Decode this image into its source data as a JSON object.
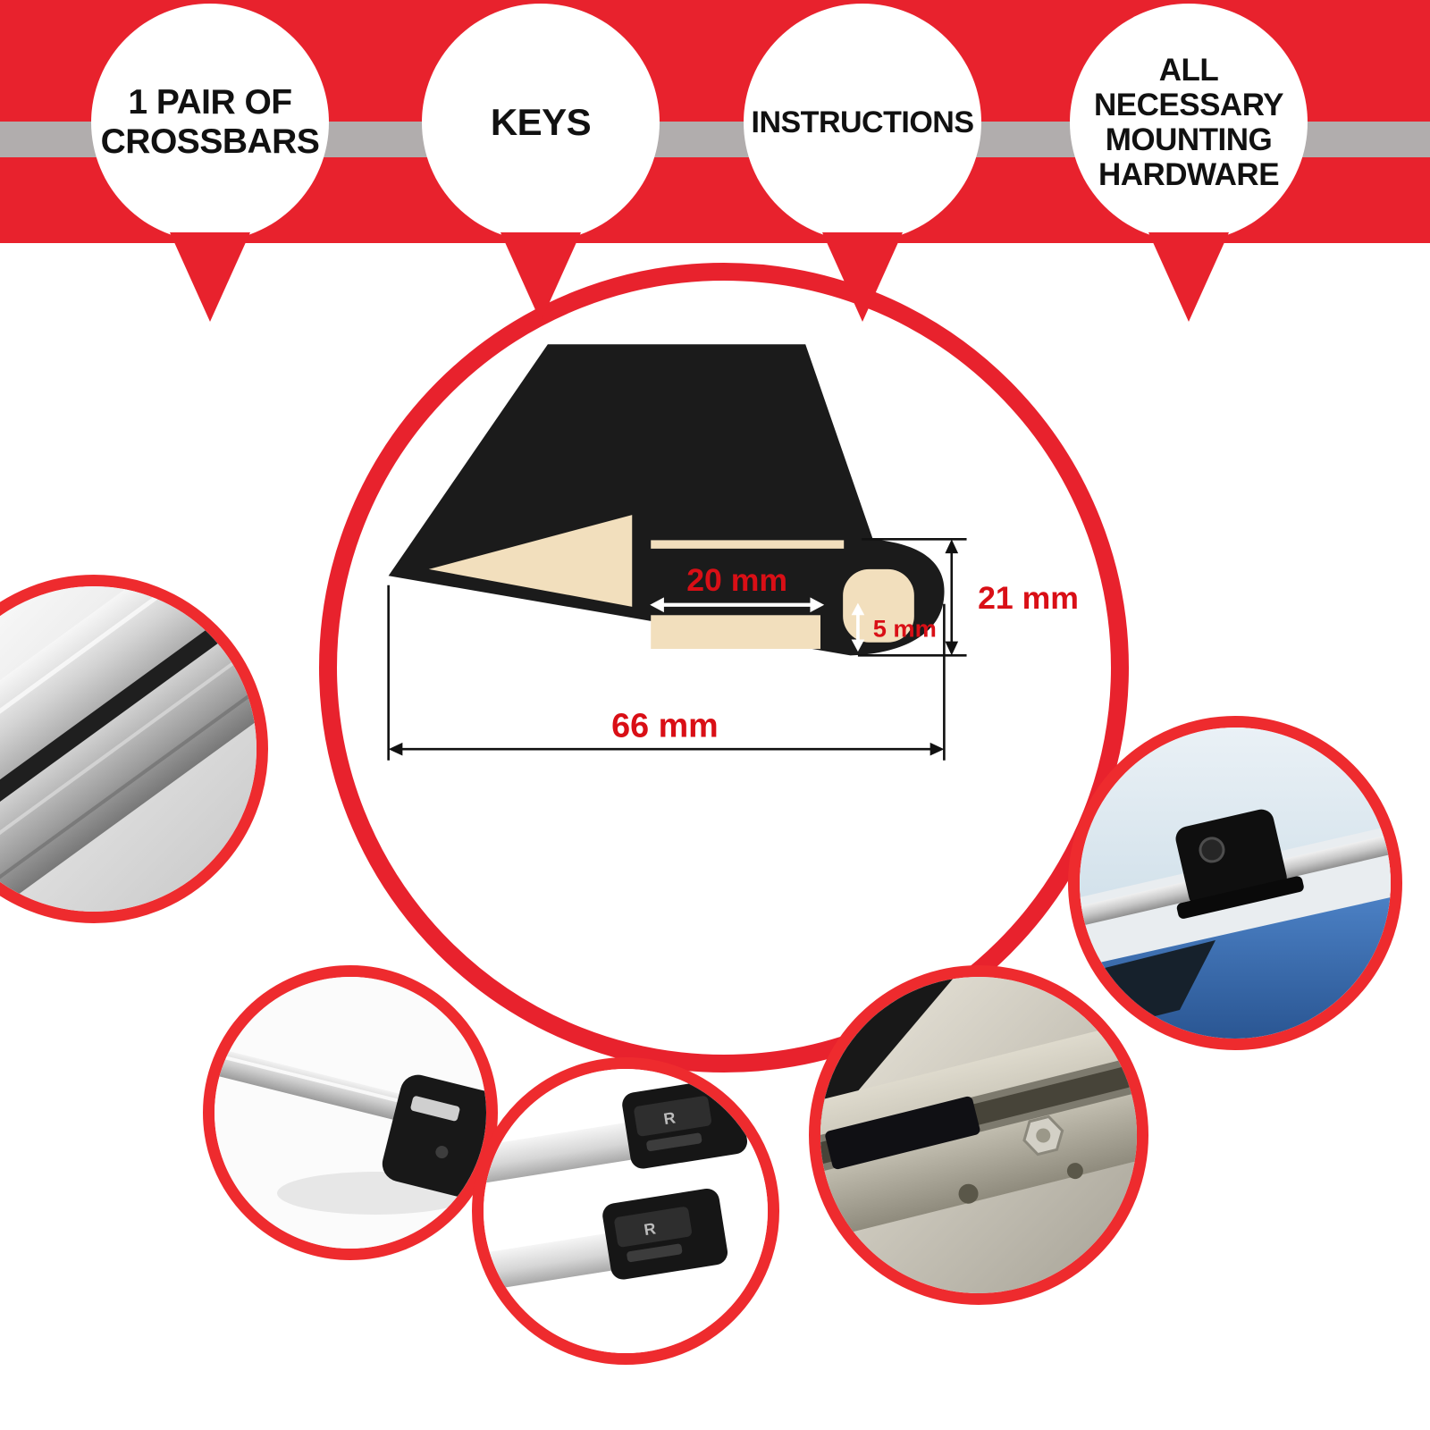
{
  "banner": {
    "items": [
      {
        "id": "crossbars",
        "label": "1 PAIR OF\nCROSSBARS"
      },
      {
        "id": "keys",
        "label": "KEYS"
      },
      {
        "id": "instructions",
        "label": "INSTRUCTIONS"
      },
      {
        "id": "hardware",
        "label": "ALL\nNECESSARY\nMOUNTING\nHARDWARE"
      }
    ]
  },
  "diagram": {
    "channel_width": "20 mm",
    "slot_height": "5 mm",
    "profile_height": "21 mm",
    "profile_width": "66 mm"
  },
  "photos": {
    "clamp_logo": "R"
  },
  "colors": {
    "banner_red": "#e8222d",
    "ring_red": "#ee2b2e",
    "stripe_gray": "#b1adad",
    "dimension_red": "#d90f16",
    "profile_black": "#1b1b1b",
    "profile_tan": "#f2dfbd"
  }
}
